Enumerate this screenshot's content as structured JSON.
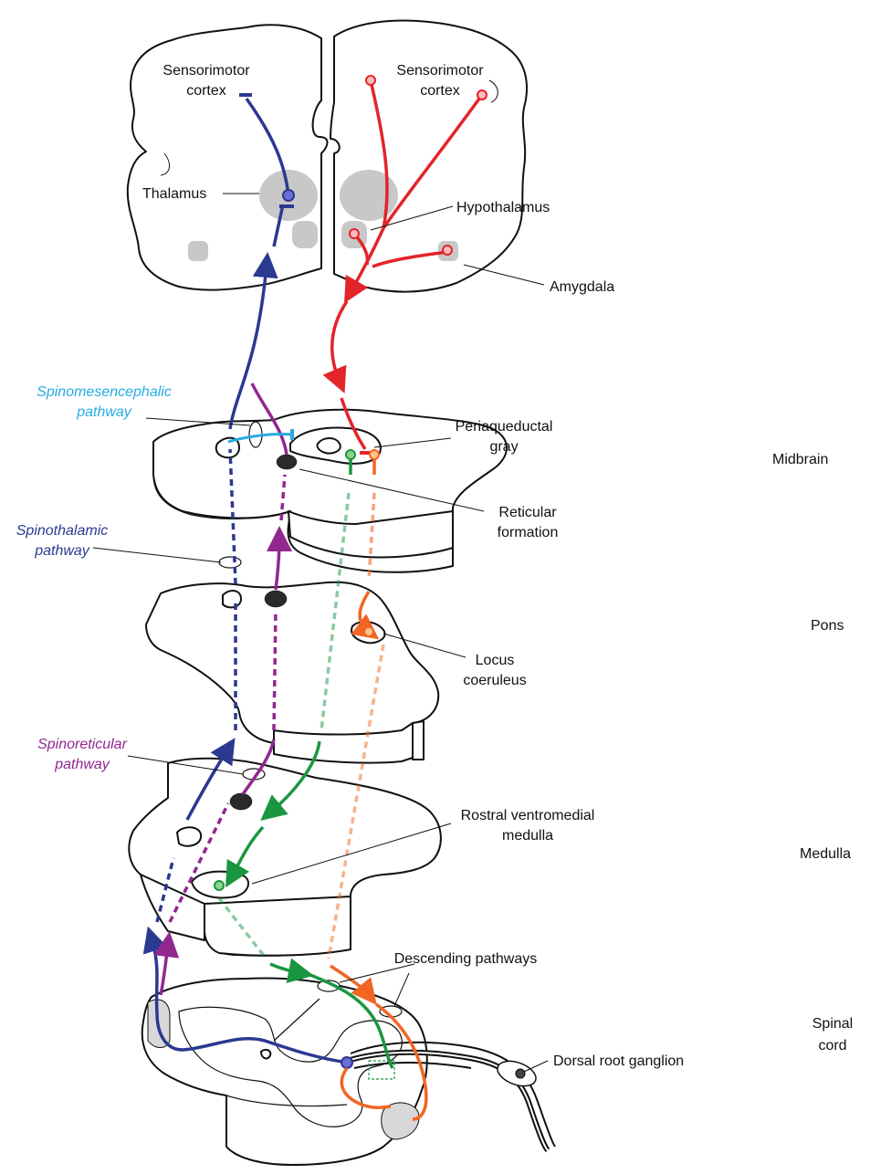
{
  "labels": {
    "sensorimotor_left": [
      "Sensorimotor",
      "cortex"
    ],
    "sensorimotor_right": [
      "Sensorimotor",
      "cortex"
    ],
    "thalamus": "Thalamus",
    "hypothalamus": "Hypothalamus",
    "amygdala": "Amygdala",
    "spinomesencephalic": [
      "Spinomesencephalic",
      "pathway"
    ],
    "periaqueductal_gray": [
      "Periaqueductal",
      "gray"
    ],
    "midbrain": "Midbrain",
    "reticular_formation": [
      "Reticular",
      "formation"
    ],
    "spinothalamic": [
      "Spinothalamic",
      "pathway"
    ],
    "pons": "Pons",
    "locus_coeruleus": [
      "Locus",
      "coeruleus"
    ],
    "spinoreticular": [
      "Spinoreticular",
      "pathway"
    ],
    "rostral_ventromedial_medulla": [
      "Rostral ventromedial",
      "medulla"
    ],
    "medulla": "Medulla",
    "descending_pathways": "Descending pathways",
    "spinal_cord": [
      "Spinal",
      "cord"
    ],
    "dorsal_root_ganglion": "Dorsal root ganglion"
  },
  "colors": {
    "spinothalamic": "#2b3990",
    "spinoreticular": "#92278f",
    "spinomesencephalic": "#29abe2",
    "hypothalamic_descending": "#e3242b",
    "rvm_descending": "#1a9641",
    "locus_coeruleus_descending": "#f26522",
    "nucleus_fill": "#c8c8c8"
  }
}
